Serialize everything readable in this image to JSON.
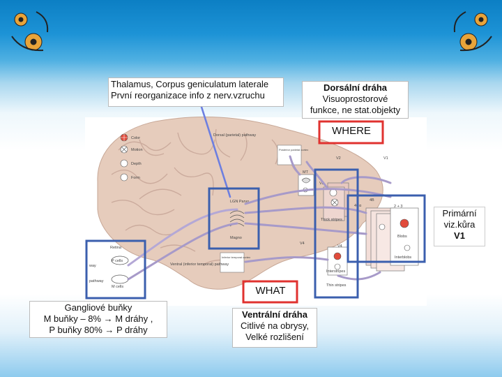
{
  "thalamus_box": {
    "line1": "Thalamus, Corpus geniculatum laterale",
    "line2": "První reorganizace info z nerv.vzruchu"
  },
  "dorsal_box": {
    "title": "Dorsální dráha",
    "line1": "Visuoprostorové",
    "line2": "funkce, ne stat.objekty"
  },
  "where_label": "WHERE",
  "what_label": "WHAT",
  "primary_box": {
    "line1": "Primární",
    "line2": "viz.kůra",
    "line3": "V1"
  },
  "ganglion_box": {
    "line1": "Gangliové buňky",
    "line2": "M buňky – 8% → M dráhy ,",
    "line3": "P buňky 80% → P dráhy"
  },
  "ventral_box": {
    "title": "Ventrální dráha",
    "line1": "Citlivé na obrysy,",
    "line2": "Velké rozlišení"
  },
  "figure": {
    "legend": [
      "Color",
      "Motion",
      "Depth",
      "Form"
    ],
    "dorsal_pathway": "Dorsal (parietal) pathway",
    "posterior_parietal": "Posterior parietal cortex",
    "mt": "MT",
    "v2": "V2",
    "v1": "V1",
    "v3": "V3",
    "v4": "V4",
    "v4_lower": "V4",
    "lgn": "LGN Parvo",
    "magno": "Magno",
    "inferior_temporal": "Inferior temporal cortex",
    "ventral_pathway": "Ventral (inferior temporal) pathway",
    "retina": "Retina",
    "p_cells": "P cells",
    "m_cells": "M cells",
    "thick_stripes": "Thick stripes",
    "interstripes": "Interstripes",
    "thin_stripes": "Thin stripes",
    "blobs": "Blobs",
    "interblobs": "Interblobs",
    "layer_4b": "4B",
    "layer_4ca": "4Cα",
    "layer_23": "2 + 3",
    "way_left": "way",
    "pathway_left": "pathway"
  },
  "colors": {
    "red_frame": "#e0322f",
    "blue_frame": "#3b5fae",
    "arrow_blue": "#6d7fe0",
    "arrow_purple": "#a79ac9"
  }
}
